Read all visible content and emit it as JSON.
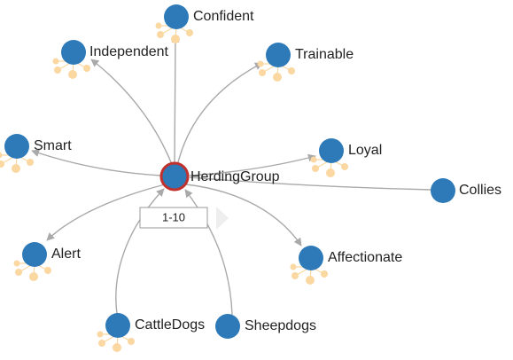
{
  "center": {
    "label": "HerdingGroup",
    "node_color": "#2e7ab8",
    "selected_ring_color": "#c0302c"
  },
  "paging": {
    "label": "1-10",
    "next_icon": "triangle-right-icon"
  },
  "nodes": [
    {
      "id": "confident",
      "label": "Confident"
    },
    {
      "id": "independent",
      "label": "Independent"
    },
    {
      "id": "trainable",
      "label": "Trainable"
    },
    {
      "id": "smart",
      "label": "Smart"
    },
    {
      "id": "loyal",
      "label": "Loyal"
    },
    {
      "id": "collies",
      "label": "Collies"
    },
    {
      "id": "alert",
      "label": "Alert"
    },
    {
      "id": "affectionate",
      "label": "Affectionate"
    },
    {
      "id": "cattledogs",
      "label": "CattleDogs"
    },
    {
      "id": "sheepdogs",
      "label": "Sheepdogs"
    }
  ],
  "colors": {
    "edge": "#a9a9a9",
    "hub_dots": "#fbd7a1"
  }
}
